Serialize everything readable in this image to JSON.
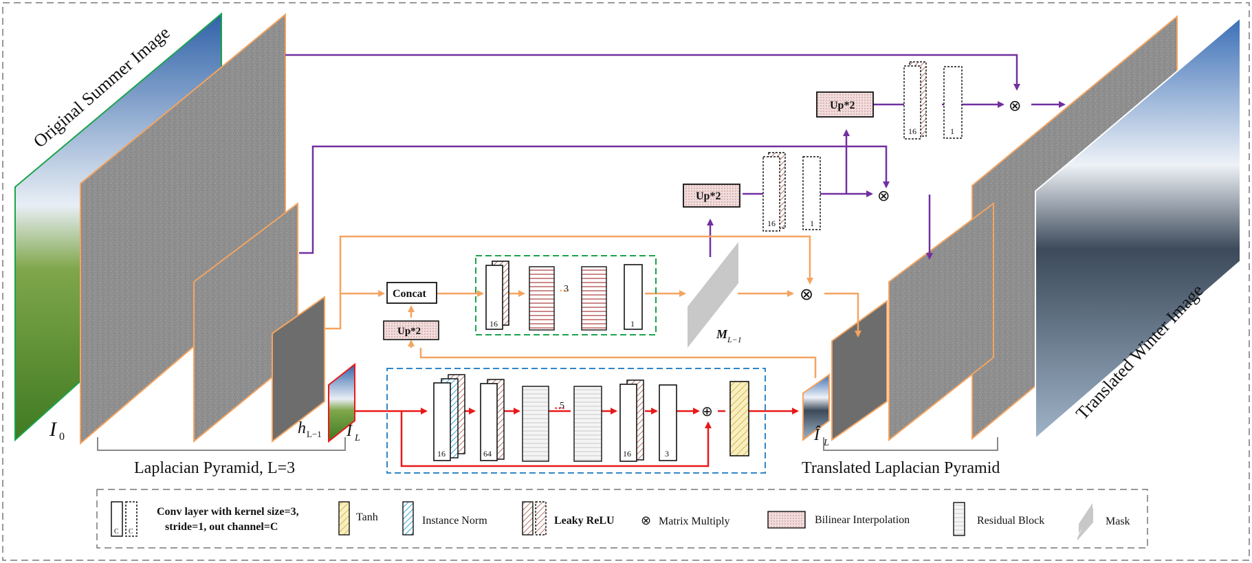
{
  "colors": {
    "orange": "#f4a460",
    "purple": "#7030a0",
    "red": "#e81818",
    "green_dash": "#1aa34a",
    "blue_dash": "#2f86c8",
    "pyramid_gray": "#8f8f8f",
    "mask_gray": "#c8c8c8",
    "interp_fill": "#f3dcdc",
    "tanh_fill": "#f8efc0"
  },
  "labels": {
    "original_image": "Original Summer Image",
    "translated_image": "Translated Winter Image",
    "laplacian_pyramid": "Laplacian Pyramid, L=3",
    "translated_pyramid": "Translated Laplacian Pyramid",
    "i0_main": "I",
    "i0_sub": "0",
    "h_main": "h",
    "h_sub": "L−1",
    "il_main": "I",
    "il_sub": "L",
    "ilhat_main": "Î",
    "ilhat_sub": "L",
    "mask_main": "M",
    "mask_sub": "L−1"
  },
  "blocks": {
    "concat": "Concat",
    "up2": "Up*2",
    "ch_16": "16",
    "ch_1": "1",
    "ch_64": "64",
    "ch_3": "3",
    "repeat_3": "3",
    "repeat_5": "5",
    "ellipsis": "···"
  },
  "symbols": {
    "matmul": "⊗",
    "add": "⊕"
  },
  "legend": {
    "conv_line1": "Conv layer with kernel size=3,",
    "conv_line2": "stride=1, out channel=C",
    "conv_c": "C",
    "tanh": "Tanh",
    "instance_norm": "Instance Norm",
    "leaky_relu": "Leaky ReLU",
    "matrix_multiply": "Matrix Multiply",
    "bilinear": "Bilinear Interpolation",
    "residual": "Residual Block",
    "mask": "Mask"
  },
  "icons": [
    "landscape-photo",
    "matrix-multiply-icon",
    "add-icon",
    "arrow-head"
  ]
}
